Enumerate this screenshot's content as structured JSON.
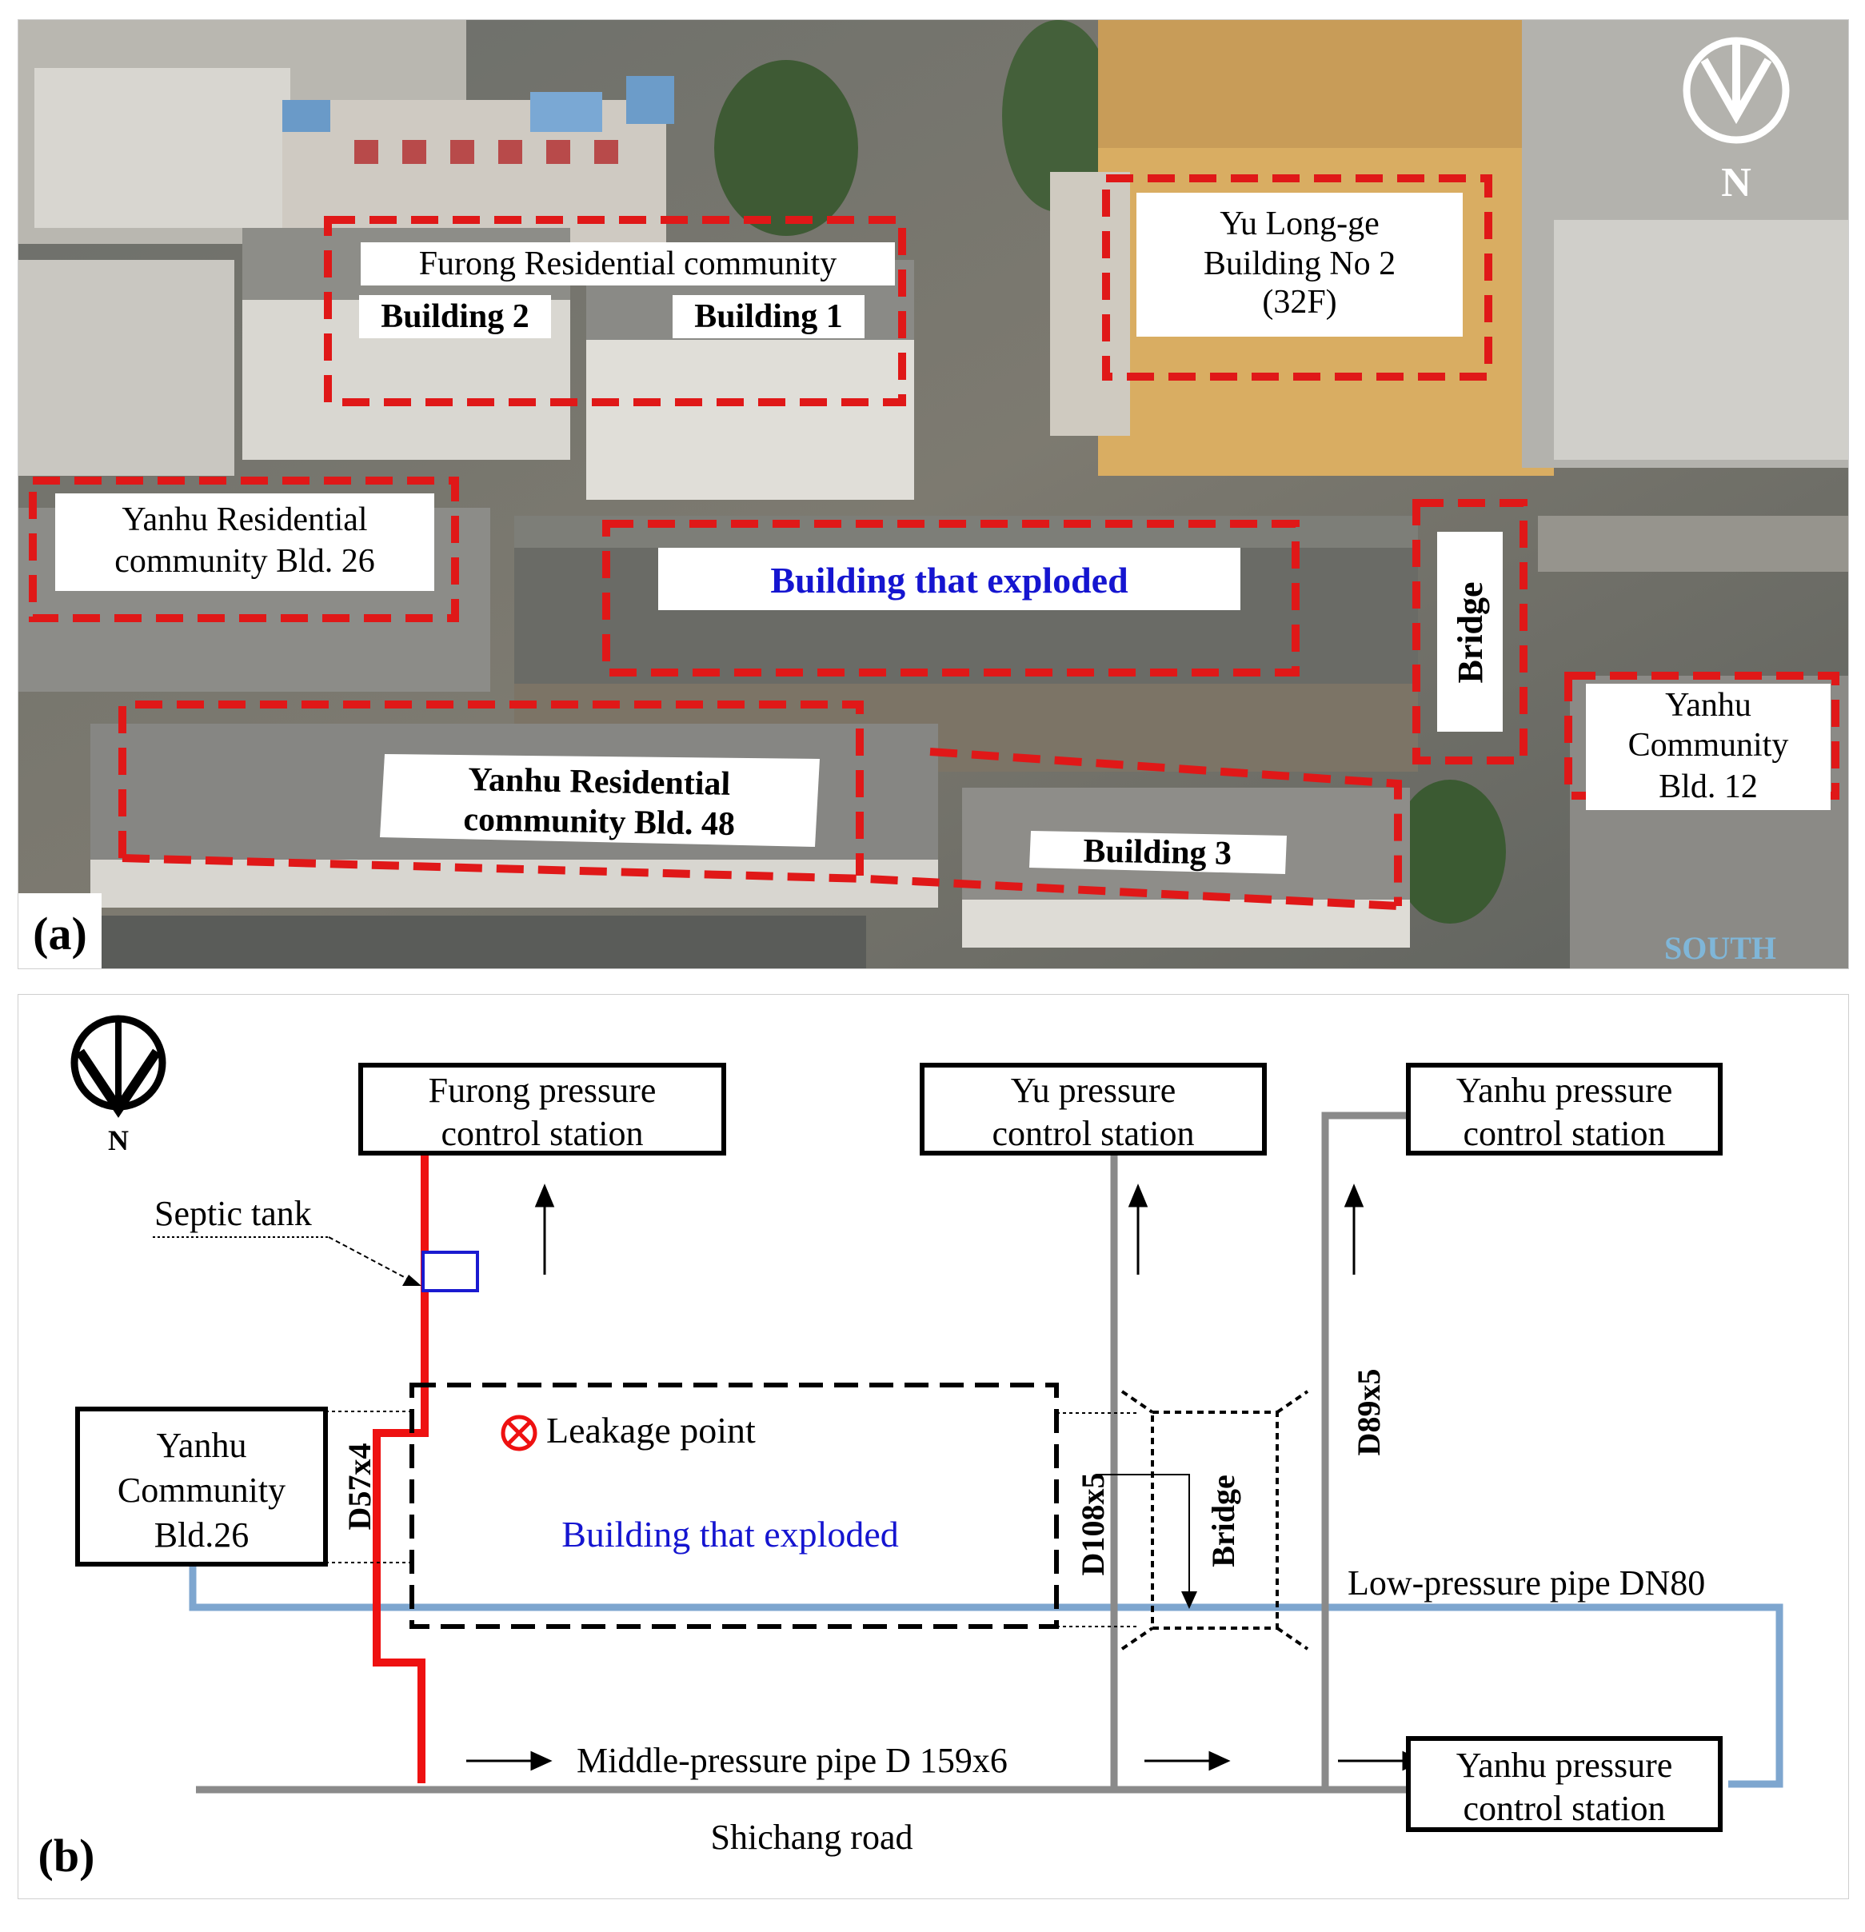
{
  "panel_a": {
    "panel_label": "(a)",
    "compass_letter": "N",
    "labels": {
      "furong_community": "Furong Residential community",
      "building_2": "Building 2",
      "building_1": "Building 1",
      "yulongge_line1": "Yu Long-ge",
      "yulongge_line2": "Building No 2",
      "yulongge_line3": "(32F)",
      "yanhu26_line1": "Yanhu Residential",
      "yanhu26_line2": "community Bld. 26",
      "exploded": "Building that exploded",
      "bridge": "Bridge",
      "yanhu12_line1": "Yanhu",
      "yanhu12_line2": "Community",
      "yanhu12_line3": "Bld. 12",
      "yanhu48_line1": "Yanhu Residential",
      "yanhu48_line2": "community Bld. 48",
      "building_3": "Building 3",
      "watermark": "SOUTH"
    },
    "colors": {
      "highlight": "#e01818",
      "exploded_text": "#1515d0"
    }
  },
  "panel_b": {
    "panel_label": "(b)",
    "compass_letter": "N",
    "stations": {
      "furong_line1": "Furong pressure",
      "furong_line2": "control station",
      "yu_line1": "Yu pressure",
      "yu_line2": "control station",
      "yanhu_top_line1": "Yanhu pressure",
      "yanhu_top_line2": "control station",
      "yanhu_bottom_line1": "Yanhu pressure",
      "yanhu_bottom_line2": "control station"
    },
    "labels": {
      "septic_tank": "Septic tank",
      "leakage_point": "Leakage point",
      "exploded": "Building that exploded",
      "yanhu26_line1": "Yanhu",
      "yanhu26_line2": "Community",
      "yanhu26_line3": "Bld.26",
      "d57": "D57x4",
      "d108": "D108x5",
      "d89": "D89x5",
      "bridge": "Bridge",
      "low_pressure": "Low-pressure pipe DN80",
      "middle_pressure": "Middle-pressure pipe D 159x6",
      "road": "Shichang road"
    },
    "colors": {
      "leak_pipe": "#ee1111",
      "gray_pipe": "#8a8a8a",
      "low_pipe": "#7ea6cf",
      "septic": "#1a1ad0",
      "exploded_text": "#1515d0"
    }
  }
}
